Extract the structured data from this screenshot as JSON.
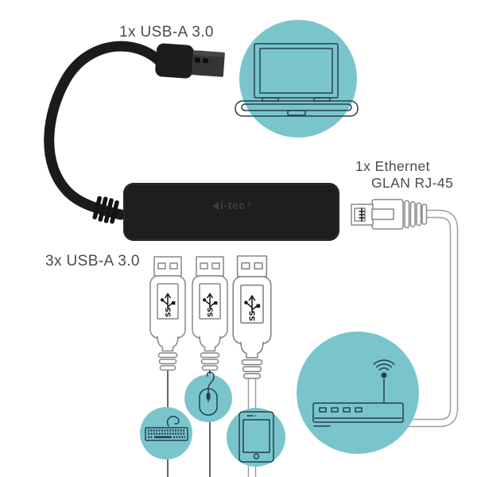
{
  "page": {
    "type": "product-connectivity-diagram",
    "background": "#ffffff"
  },
  "product": {
    "brand": "i-tec",
    "brand_mark": "i-tec",
    "registered_mark": "®"
  },
  "labels": {
    "host_port": "1x USB-A 3.0",
    "downstream_ports": "3x USB-A 3.0",
    "ethernet_line1": "1x Ethernet",
    "ethernet_line2": "GLAN RJ-45"
  },
  "usb_connector": {
    "logo_text": "SS",
    "count": 3
  },
  "icons": {
    "laptop": "laptop-icon",
    "keyboard": "keyboard-icon",
    "mouse": "mouse-icon",
    "smartphone": "smartphone-icon",
    "wifi_router": "wifi-router-icon",
    "rj45": "rj45-connector-icon",
    "usb_a": "usb-a-connector-icon"
  },
  "colors": {
    "accent_teal": "#7ac5cc",
    "icon_stroke": "#24404d",
    "outline_gray": "#85878a",
    "cable_gray": "#9aa0a3",
    "text_gray": "#4b4b4b",
    "device_black": "#1e1e1c"
  }
}
